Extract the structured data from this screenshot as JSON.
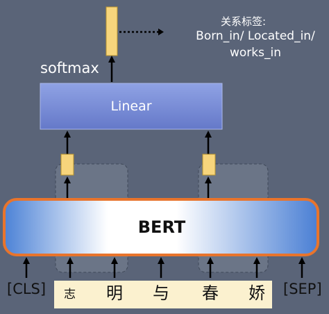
{
  "relation": {
    "title": "关系标签:",
    "line1": "Born_in/ Located_in/",
    "line2": "works_in"
  },
  "labels": {
    "softmax": "softmax",
    "linear": "Linear",
    "bert": "BERT"
  },
  "tokens": {
    "cls": "[CLS]",
    "sep": "[SEP]",
    "chars": [
      "志",
      "明",
      "与",
      "春",
      "娇"
    ]
  },
  "colors": {
    "background": "#5a6478",
    "vector": "#f7d57c",
    "linear_box": "#7a8fd6",
    "bert_border": "#e8742c",
    "token_box": "#fbf1cf"
  }
}
